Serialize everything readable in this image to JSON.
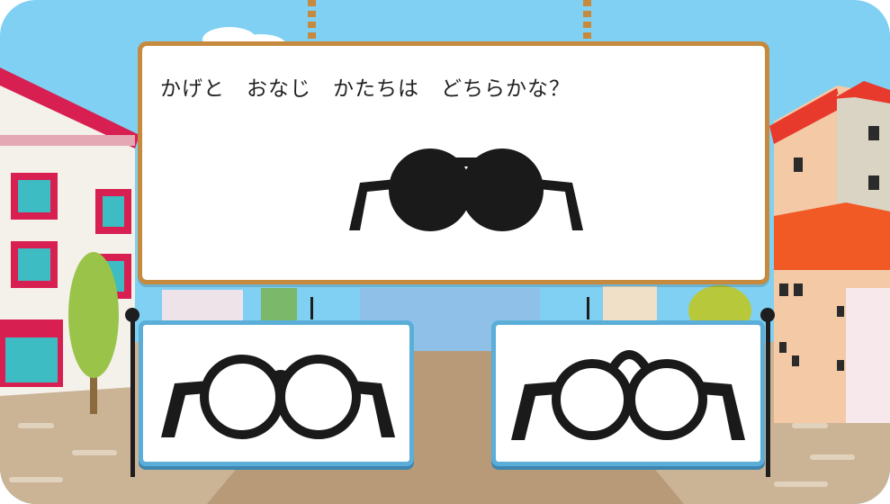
{
  "question": {
    "text": "かげと　おなじ　かたちは　どちらかな？"
  },
  "silhouette": {
    "icon": "round-sunglasses-silhouette-icon"
  },
  "choices": [
    {
      "id": "left",
      "icon": "round-glasses-straight-bridge-icon"
    },
    {
      "id": "right",
      "icon": "round-glasses-arched-bridge-icon"
    }
  ],
  "colors": {
    "sky": "#7fd0f2",
    "panel_border": "#c68a3e",
    "answer_border": "#5aaed8",
    "glasses": "#1a1a1a"
  }
}
